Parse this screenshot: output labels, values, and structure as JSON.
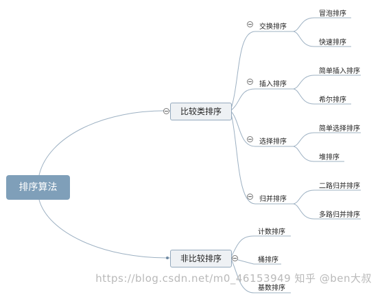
{
  "root": {
    "label": "排序算法"
  },
  "comparison": {
    "label": "比较类排序",
    "groups": [
      {
        "label": "交换排序",
        "items": [
          "冒泡排序",
          "快速排序"
        ]
      },
      {
        "label": "插入排序",
        "items": [
          "简单插入排序",
          "希尔排序"
        ]
      },
      {
        "label": "选择排序",
        "items": [
          "简单选择排序",
          "堆排序"
        ]
      },
      {
        "label": "归并排序",
        "items": [
          "二路归并排序",
          "多路归并排序"
        ]
      }
    ]
  },
  "non_comparison": {
    "label": "非比较排序",
    "items": [
      "计数排序",
      "桶排序",
      "基数排序"
    ]
  },
  "watermark": "https://blog.csdn.net/m0_46153949  知乎 @ben大叔",
  "colors": {
    "root_fill": "#7f9fb9",
    "node_border": "#93a8bc",
    "link": "#9cb0c2"
  }
}
